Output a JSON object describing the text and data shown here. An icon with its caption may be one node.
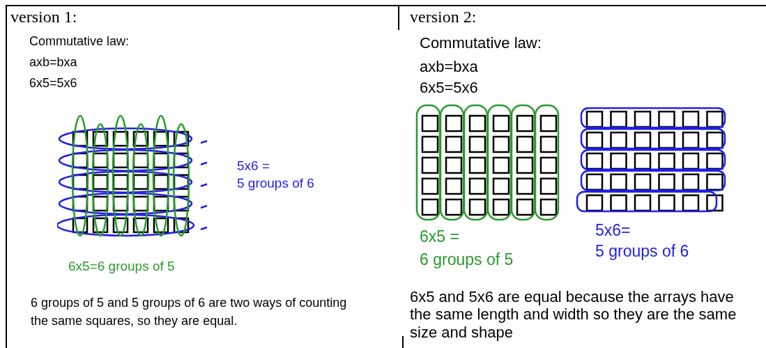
{
  "diagram": {
    "nodes": [
      {
        "text": [
          "version 1:",
          "Commutative law:",
          "axb=bxa",
          "6x5=5x6",
          "5x6 =",
          "5 groups of 6",
          "6x5=6 groups of 5",
          "6 groups of 5 and 5 groups of 6 are two ways of counting the same squares, so they are equal."
        ]
      },
      {
        "text": [
          "version 2:",
          "Commutative law:",
          "axb=bxa",
          "6x5=5x6",
          "6x5 =",
          "6 groups of 5",
          "5x6=",
          "5 groups of 6",
          "6x5 and 5x6 are equal because the arrays have the same length and width so they are the same size and shape"
        ]
      }
    ]
  }
}
